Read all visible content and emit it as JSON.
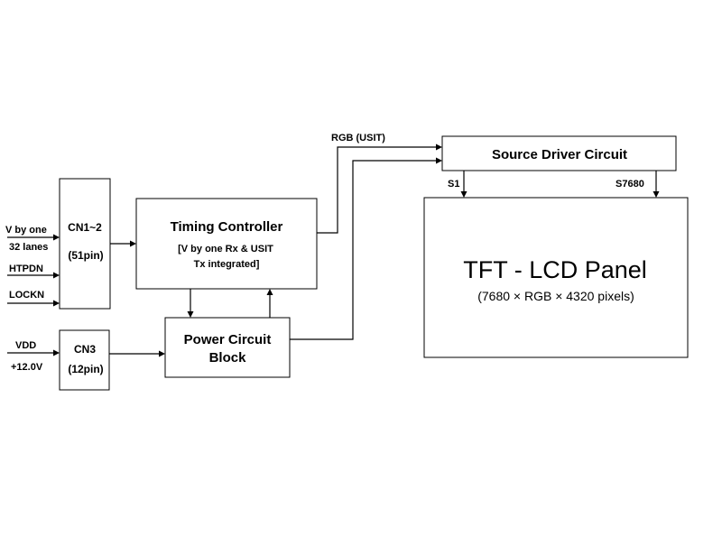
{
  "inputs": {
    "cn12": [
      "V by one",
      "32 lanes",
      "HTPDN",
      "LOCKN"
    ],
    "cn3": [
      "VDD",
      "+12.0V"
    ]
  },
  "blocks": {
    "cn12": {
      "name": "CN1~2",
      "pins": "(51pin)"
    },
    "cn3": {
      "name": "CN3",
      "pins": "(12pin)"
    },
    "timing_controller": {
      "title": "Timing Controller",
      "line1": "[V by one Rx & USIT",
      "line2": "Tx integrated]"
    },
    "power_circuit": {
      "line1": "Power Circuit",
      "line2": "Block"
    },
    "source_driver": {
      "title": "Source Driver Circuit"
    },
    "panel": {
      "title": "TFT - LCD Panel",
      "subtitle": "(7680 × RGB × 4320 pixels)"
    }
  },
  "signals": {
    "rgb": "RGB (USIT)",
    "s_first": "S1",
    "s_last": "S7680"
  }
}
